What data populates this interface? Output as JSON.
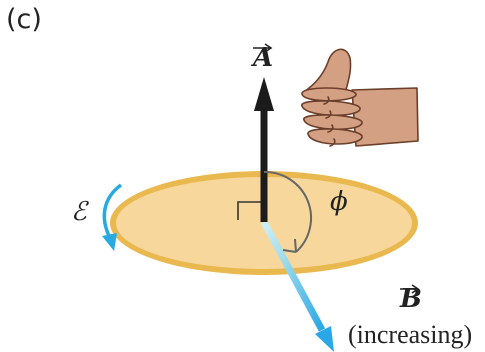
{
  "panel_label": "(c)",
  "vector_area_label": "A",
  "vector_field_label": "B",
  "field_note": "(increasing)",
  "angle_label": "ϕ",
  "emf_label": "ℰ",
  "icons": {
    "hand": "thumbs-up-right-hand-icon"
  },
  "colors": {
    "loop_fill": "#f7d79b",
    "loop_rim": "#e9b84f",
    "area_vector": "#1b1b1b",
    "field_vector": "#2aa7e6",
    "emf_arrow": "#27a9e1",
    "skin": "#d4a084",
    "skin_outline": "#6b3f2a"
  }
}
